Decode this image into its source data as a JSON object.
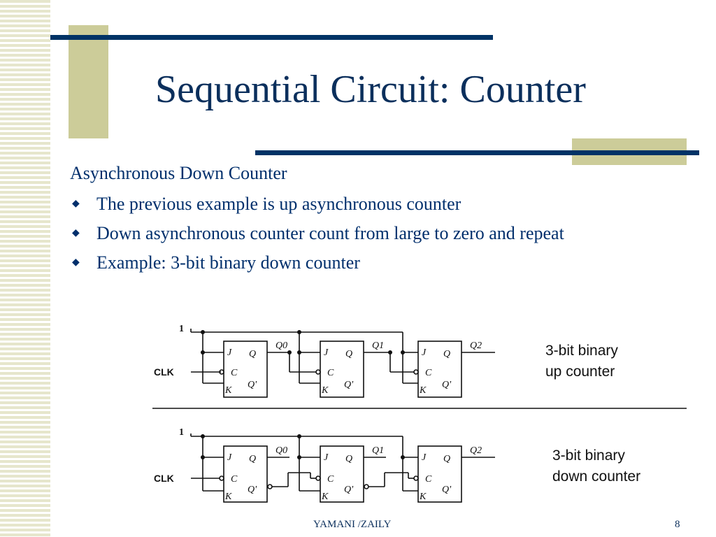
{
  "slide": {
    "title": "Sequential Circuit: Counter",
    "heading": "Asynchronous Down Counter",
    "bullets": [
      "The previous example is up asynchronous counter",
      "Down asynchronous counter count from large to zero and repeat",
      "Example: 3-bit binary down counter"
    ],
    "footer_center": "YAMANI /ZAILY",
    "page_number": "8"
  },
  "figure": {
    "signals": {
      "one": "1",
      "clk": "CLK"
    },
    "ff_pins": {
      "j": "J",
      "c": "C",
      "k": "K",
      "q": "Q",
      "qbar": "Q'"
    },
    "outputs": [
      "Q0",
      "Q1",
      "Q2"
    ],
    "up_label": [
      "3-bit binary",
      "up counter"
    ],
    "down_label": [
      "3-bit binary",
      "down counter"
    ]
  },
  "colors": {
    "accent": "#003366",
    "block": "#cccc99",
    "text": "#002f6c"
  }
}
